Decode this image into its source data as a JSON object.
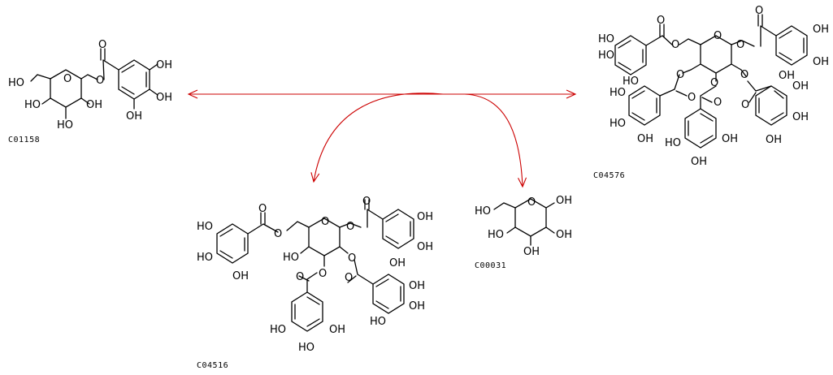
{
  "compounds": [
    {
      "id": "C01158",
      "labels": {
        "ho": "HO",
        "oh": "OH",
        "o": "O"
      }
    },
    {
      "id": "C04576",
      "labels": {
        "ho": "HO",
        "oh": "OH",
        "o": "O"
      }
    },
    {
      "id": "C04516",
      "labels": {
        "ho": "HO",
        "oh": "OH",
        "o": "O"
      }
    },
    {
      "id": "C00031",
      "labels": {
        "ho": "HO",
        "oh": "OH",
        "o": "O"
      }
    }
  ],
  "colors": {
    "arrow": "#cc0000",
    "structure": "#000000",
    "background": "#ffffff"
  },
  "reaction": {
    "type": "reversible-arrow",
    "from": "C01158",
    "to": "C04576",
    "products": [
      "C04516",
      "C00031"
    ]
  }
}
